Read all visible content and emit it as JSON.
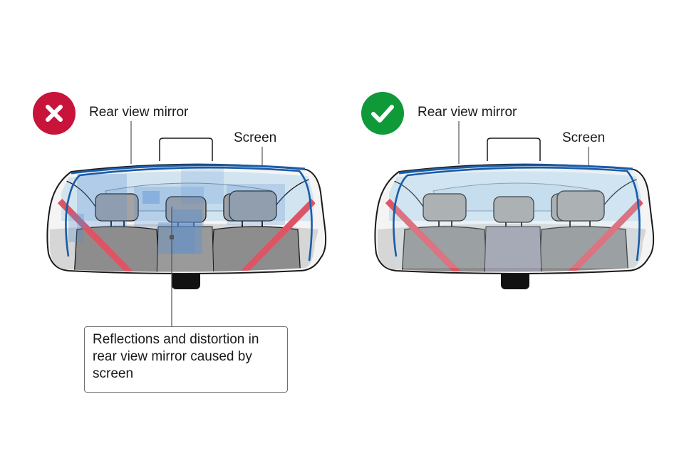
{
  "colors": {
    "bad": "#c8133a",
    "good": "#0f9938",
    "screen_line": "#1a5ca8",
    "belt": "#dd5565",
    "seat": "#8d8d8d",
    "headrest": "#a3a3a3",
    "glass": "#cfe3f2",
    "reflection": "#5b8fcf",
    "mirror_body": "#f3f3f3"
  },
  "panels": {
    "bad": {
      "status_icon": "cross-icon",
      "mirror_label": "Rear view mirror",
      "screen_label": "Screen"
    },
    "good": {
      "status_icon": "check-icon",
      "mirror_label": "Rear view mirror",
      "screen_label": "Screen"
    }
  },
  "callout": {
    "text": "Reflections and distortion in rear view mirror caused by screen"
  }
}
